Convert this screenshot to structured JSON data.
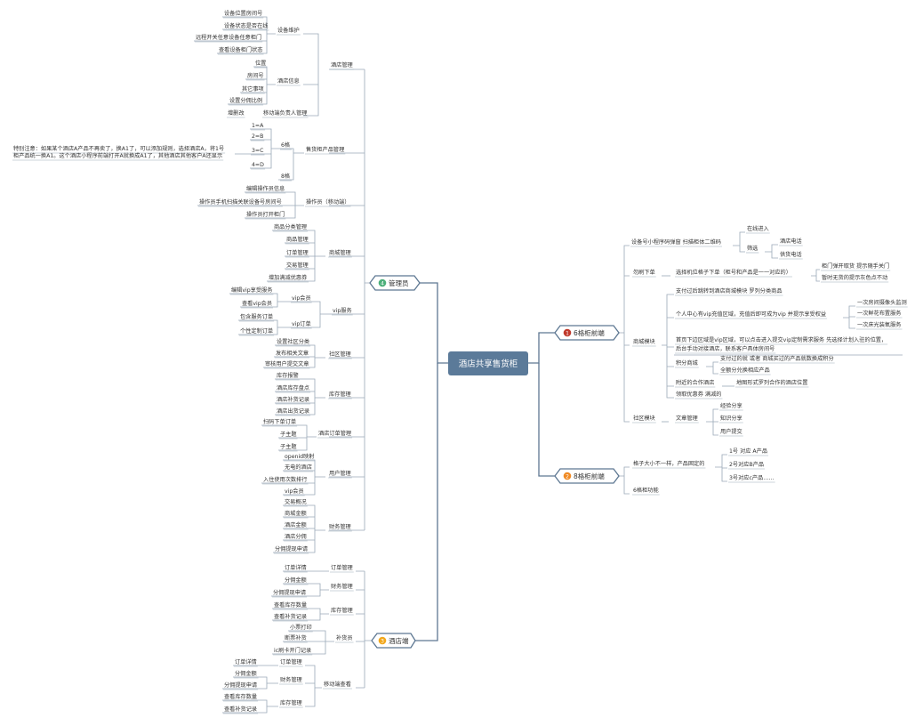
{
  "root": {
    "label": "酒店共享售货柜",
    "color": "#5b7a99"
  },
  "branches": [
    {
      "id": "admin",
      "num": "4",
      "num_color": "#4caf7a",
      "label": "管理员"
    },
    {
      "id": "hotel",
      "num": "3",
      "num_color": "#f2a71b",
      "label": "酒店端"
    },
    {
      "id": "front6",
      "num": "1",
      "num_color": "#c0392b",
      "label": "6格柜前端"
    },
    {
      "id": "front8",
      "num": "2",
      "num_color": "#f08a24",
      "label": "8格柜前端"
    }
  ],
  "admin": {
    "hotel_mgmt": {
      "label": "酒店管理",
      "device_maint": {
        "label": "设备维护",
        "items": [
          "设备位置房间号",
          "设备状态是否在线",
          "远程开关任意设备任意柜门",
          "查看设备柜门状态"
        ]
      },
      "hotel_info": {
        "label": "酒店信息",
        "items": [
          "位置",
          "房间号",
          "其它事项",
          "设置分佣比例"
        ]
      },
      "mobile": {
        "pre": "增删改",
        "label": "移动端负责人管理"
      }
    },
    "cabinet_products": {
      "label": "售货柜产品管理",
      "six": {
        "label": "6格",
        "items": [
          "1=A",
          "2=B",
          "3=C",
          "4=D"
        ]
      },
      "eight": "8格",
      "note1": "特别注意：如果某个酒店A产品不再卖了，换A1了，可以添加规则，选择酒店A，将1号",
      "note2": "柜产品统一换A1。这个酒店小程序前端打开A就换成A1了，其他酒店其他客户A还显示"
    },
    "operators": {
      "label": "操作员（移动端）",
      "items": [
        "编辑操作员信息",
        "操作员手机扫描关联设备号房间号",
        "操作员打开柜门"
      ]
    },
    "mall": {
      "label": "商城管理",
      "items": [
        "商品分类管理",
        "商品管理",
        "订单管理",
        "交易管理",
        "增加满减优惠券"
      ]
    },
    "vip": {
      "label": "vip服务",
      "member": {
        "label": "vip会员",
        "items": [
          "编辑vip享受服务",
          "查看vip会员"
        ]
      },
      "orders": {
        "label": "vip订单",
        "items": [
          "包含服务订单",
          "个性定制订单"
        ]
      }
    },
    "community": {
      "label": "社区管理",
      "items": [
        "设置社区分类",
        "发布相关文章",
        "审核用户提交文章"
      ]
    },
    "stock": {
      "label": "库存管理",
      "items": [
        "库存报警",
        "酒店库存盘点",
        "酒店补货记录",
        "酒店出货记录"
      ]
    },
    "hotel_orders": {
      "label": "酒店订单管理",
      "items": [
        "扫码下单订单",
        "子主题",
        "子主题"
      ]
    },
    "users": {
      "label": "用户管理",
      "items": [
        "openid映射",
        "无电的酒店",
        "入住使用次数排行",
        "vip会员"
      ]
    },
    "finance": {
      "label": "财务管理",
      "items": [
        "交易概况",
        "商城金额",
        "酒店金额",
        "酒店分佣",
        "分佣提现申请"
      ]
    }
  },
  "hotel": {
    "orders": {
      "label": "订单管理",
      "items": [
        "订单详情"
      ]
    },
    "commission": {
      "label": "财务管理",
      "items": [
        "分佣金额",
        "分佣提现申请"
      ]
    },
    "stock": {
      "label": "库存管理",
      "items": [
        "查看库存数量",
        "查看补货记录"
      ]
    },
    "restock": {
      "label": "补货员",
      "items": [
        "小票打印",
        "断票补货",
        "ic刷卡开门记录"
      ]
    },
    "mobile": {
      "label": "移动端查看",
      "orders": {
        "label": "订单管理",
        "items": [
          "订单详情"
        ]
      },
      "finance": {
        "label": "财务管理",
        "items": [
          "分佣金额",
          "分佣提现申请"
        ]
      },
      "stock": {
        "label": "库存管理",
        "items": [
          "查看库存数量",
          "查看补货记录"
        ]
      }
    }
  },
  "front6": {
    "scan": {
      "label": "设备号小程序码弹窗 扫描柜体二维码",
      "enter": "在线进入",
      "filter": "筛选",
      "call_hotel": "酒店电话",
      "call_supplier": "供货电话"
    },
    "order": {
      "label": "勿刷下单",
      "select": "选择机位格子下单（柜号和产品是一一对应的）",
      "open": "柜门弹开取货 提示随手关门",
      "soldout": "暂时无货的提示灰色点不动"
    },
    "mall": {
      "label": "商城模块",
      "pay": "支付过后跳转到酒店商城模块 罗列分类商品",
      "vip_center": "个人中心有vip充值区域，充值后即可成为vip 并提示享受权益",
      "vip_items": [
        "一次房间摄像头监测",
        "一次鲜花布置服务",
        "一次床光装氧服务"
      ],
      "custom1": "首页下边区域是vip区域，可以点击进入提交vip定制需求服务 先选择计划入驻的位置，",
      "custom2": "后台手动对接酒店，联系客户具体房间号",
      "points": {
        "label": "积分商城",
        "items": [
          "支付过的就 或者 商城买过的产品就数换成积分",
          "全额分兑换相应产品"
        ]
      },
      "nearby": "附近的合作酒店",
      "nearby_map": "地图形式罗列合作的酒店位置",
      "coupon": "领取优惠券 满减的"
    },
    "community": {
      "label": "社区模块",
      "article": "文章管理",
      "items": [
        "经验分享",
        "知识分享",
        "用户提交"
      ]
    }
  },
  "front8": {
    "grid": {
      "label": "格子大小不一样，产品固定的",
      "items": [
        "1号 对应 A产品",
        "2号对应B产品",
        "3号对应c产品……"
      ]
    },
    "door": "6格柜功能"
  }
}
